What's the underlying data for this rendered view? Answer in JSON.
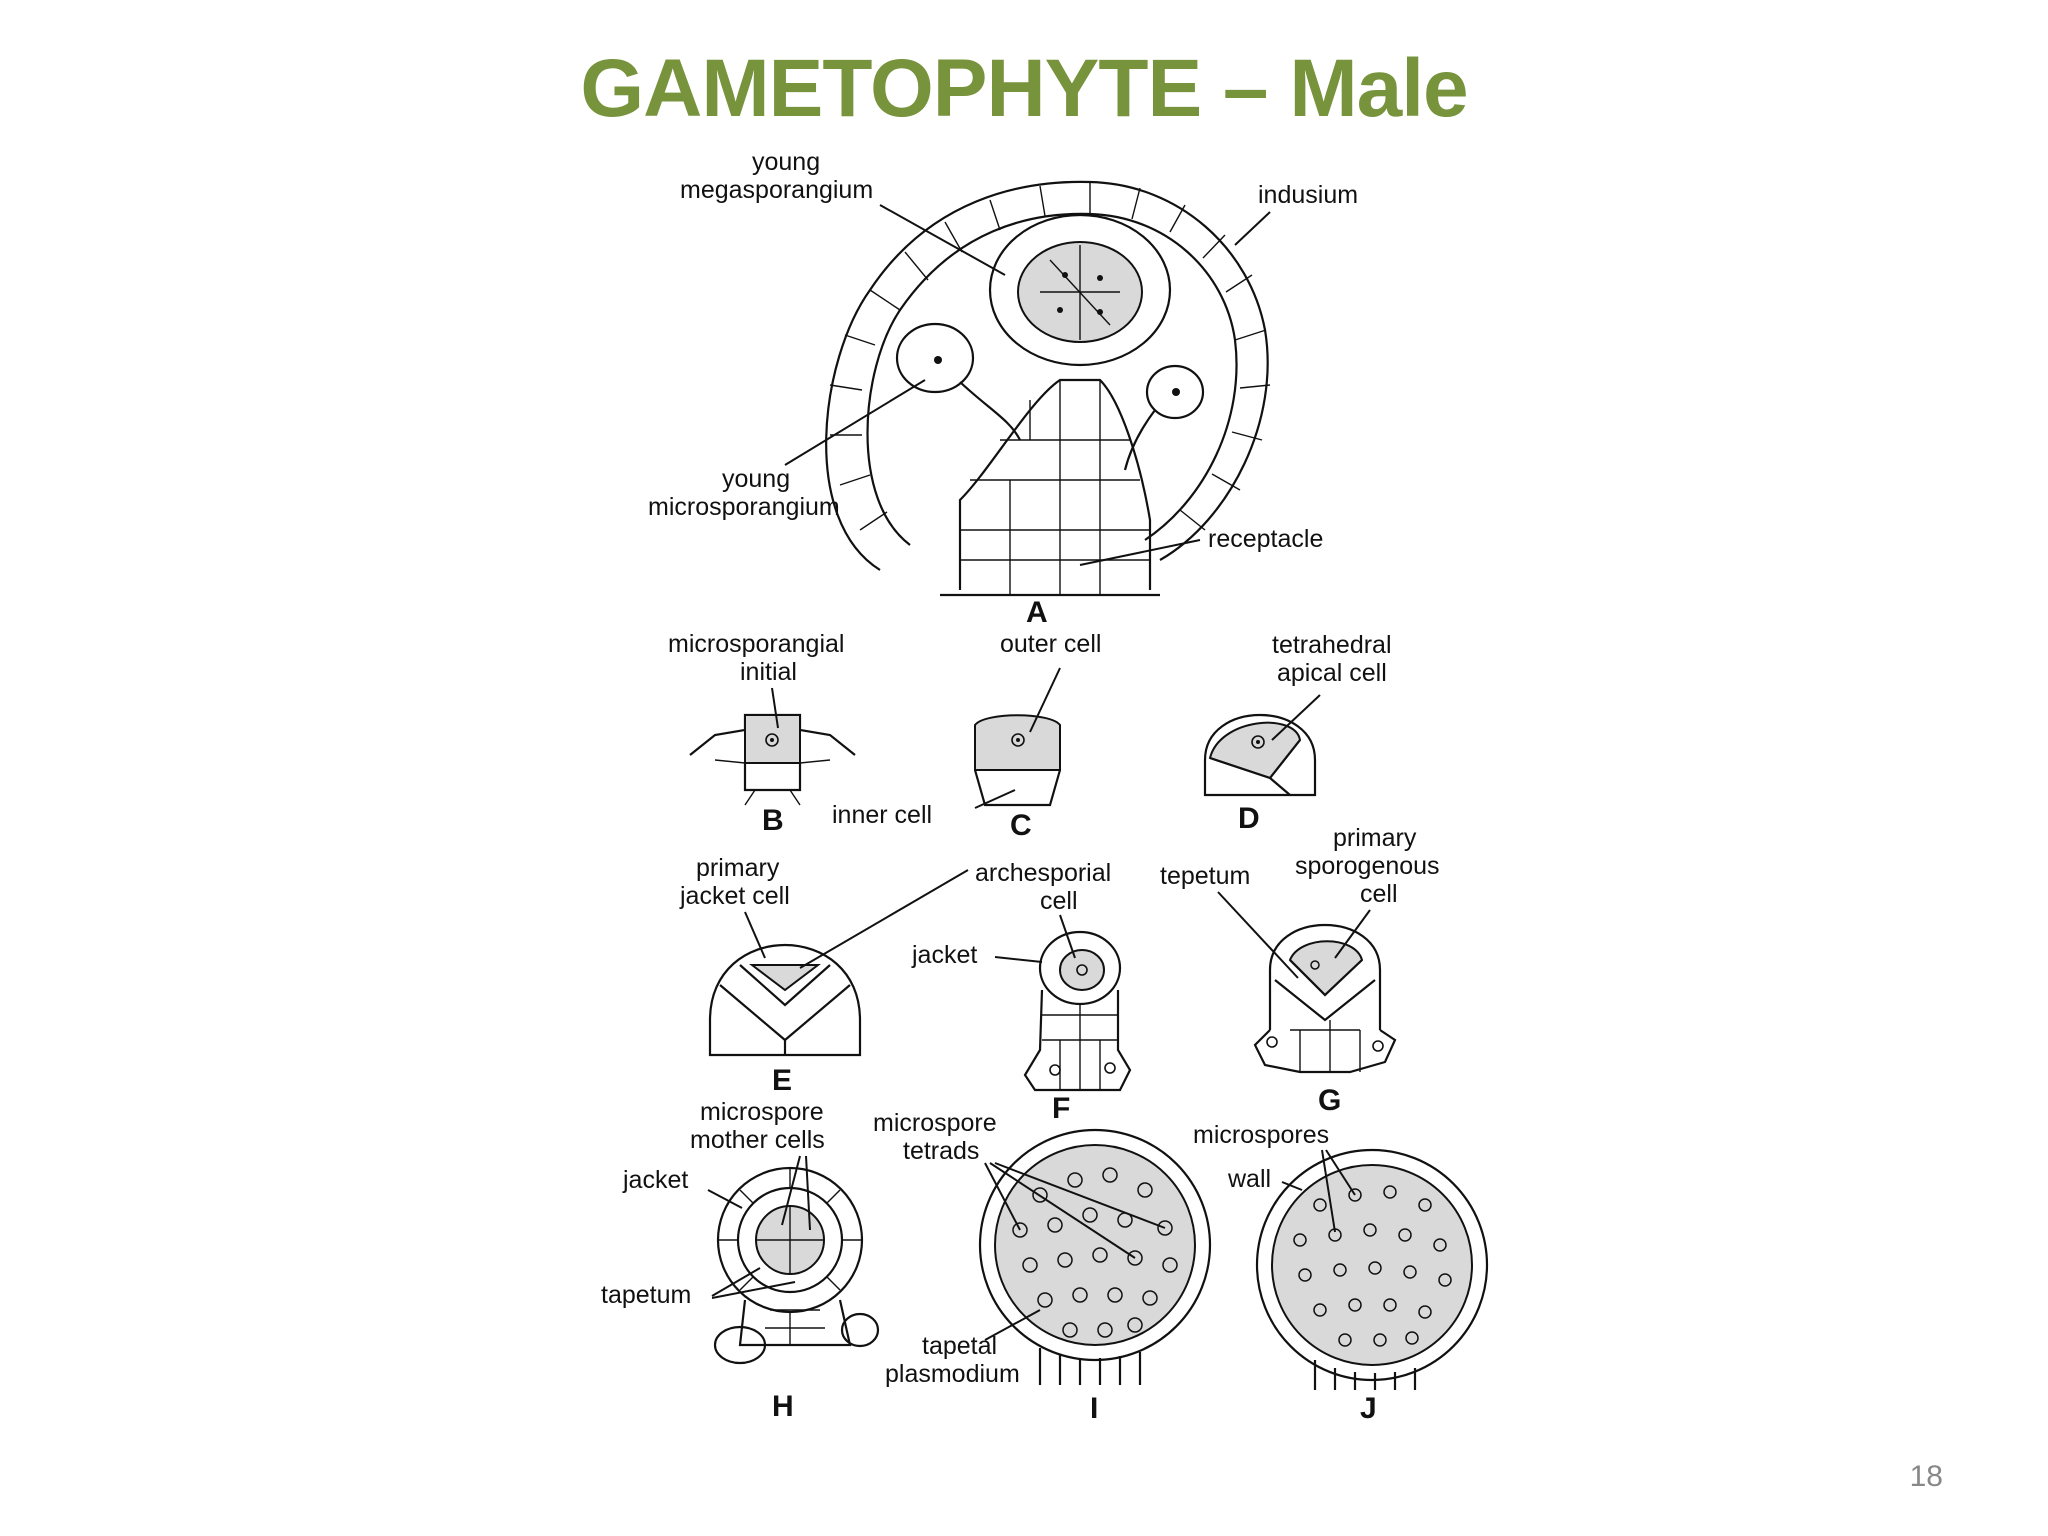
{
  "slide": {
    "title": "GAMETOPHYTE – Male",
    "page_number": "18"
  },
  "labels": {
    "young_megasporangium_1": "young",
    "young_megasporangium_2": "megasporangium",
    "indusium": "indusium",
    "young_microsporangium_1": "young",
    "young_microsporangium_2": "microsporangium",
    "receptacle": "receptacle",
    "microsporangial_initial_1": "microsporangial",
    "microsporangial_initial_2": "initial",
    "outer_cell": "outer cell",
    "inner_cell": "inner cell",
    "tetrahedral_apical_cell_1": "tetrahedral",
    "tetrahedral_apical_cell_2": "apical cell",
    "primary_jacket_cell_1": "primary",
    "primary_jacket_cell_2": "jacket cell",
    "archesporial_cell_1": "archesporial",
    "archesporial_cell_2": "cell",
    "jacket_f": "jacket",
    "tepetum": "tepetum",
    "primary_sporogenous_cell_1": "primary",
    "primary_sporogenous_cell_2": "sporogenous",
    "primary_sporogenous_cell_3": "cell",
    "microspore_mother_cells_1": "microspore",
    "microspore_mother_cells_2": "mother cells",
    "jacket_h": "jacket",
    "tapetum": "tapetum",
    "microspore_tetrads_1": "microspore",
    "microspore_tetrads_2": "tetrads",
    "tapetal_plasmodium_1": "tapetal",
    "tapetal_plasmodium_2": "plasmodium",
    "microspores": "microspores",
    "wall": "wall"
  },
  "figure_letters": {
    "A": "A",
    "B": "B",
    "C": "C",
    "D": "D",
    "E": "E",
    "F": "F",
    "G": "G",
    "H": "H",
    "I": "I",
    "J": "J"
  },
  "colors": {
    "title": "#77933c",
    "ink": "#111111",
    "stipple": "#d9d9d9",
    "page_number": "#888888"
  }
}
